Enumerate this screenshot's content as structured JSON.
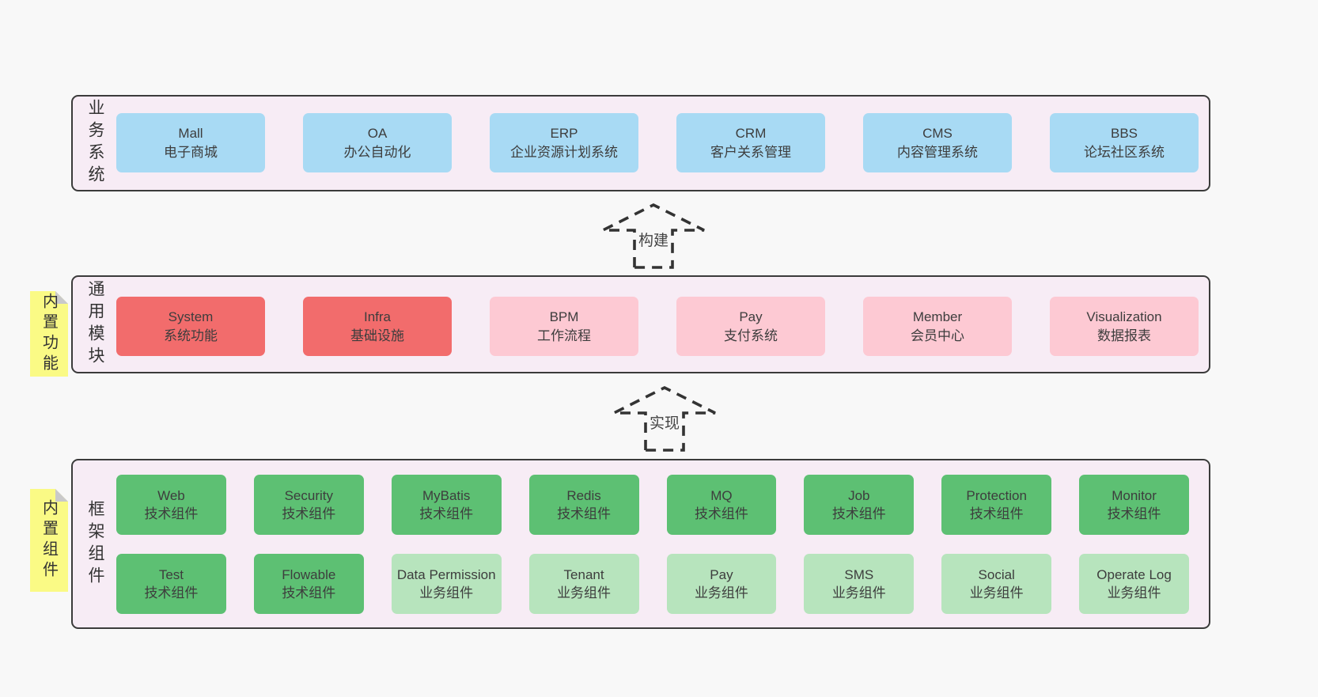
{
  "colors": {
    "page_bg": "#f8f8f8",
    "layer_bg": "#f7ecf5",
    "layer_border": "#3b3b3b",
    "blue_box": "#a8daf4",
    "red_box": "#f26c6c",
    "pink_box": "#fdc9d3",
    "green_dark_box": "#5dc073",
    "green_light_box": "#b7e4bd",
    "note_bg": "#fafa85",
    "note_fold": "#c9c9ca",
    "text": "#3d3d3d"
  },
  "arrows": {
    "build": {
      "label": "构建"
    },
    "implement": {
      "label": "实现"
    }
  },
  "layers": {
    "business": {
      "label": "业务系统",
      "boxes": [
        {
          "en": "Mall",
          "zh": "电子商城"
        },
        {
          "en": "OA",
          "zh": "办公自动化"
        },
        {
          "en": "ERP",
          "zh": "企业资源计划系统"
        },
        {
          "en": "CRM",
          "zh": "客户关系管理"
        },
        {
          "en": "CMS",
          "zh": "内容管理系统"
        },
        {
          "en": "BBS",
          "zh": "论坛社区系统"
        }
      ]
    },
    "common": {
      "label": "通用模块",
      "note": "内置功能",
      "boxes": [
        {
          "en": "System",
          "zh": "系统功能"
        },
        {
          "en": "Infra",
          "zh": "基础设施"
        },
        {
          "en": "BPM",
          "zh": "工作流程"
        },
        {
          "en": "Pay",
          "zh": "支付系统"
        },
        {
          "en": "Member",
          "zh": "会员中心"
        },
        {
          "en": "Visualization",
          "zh": "数据报表"
        }
      ]
    },
    "framework": {
      "label": "框架组件",
      "note": "内置组件",
      "row1": [
        {
          "en": "Web",
          "zh": "技术组件"
        },
        {
          "en": "Security",
          "zh": "技术组件"
        },
        {
          "en": "MyBatis",
          "zh": "技术组件"
        },
        {
          "en": "Redis",
          "zh": "技术组件"
        },
        {
          "en": "MQ",
          "zh": "技术组件"
        },
        {
          "en": "Job",
          "zh": "技术组件"
        },
        {
          "en": "Protection",
          "zh": "技术组件"
        },
        {
          "en": "Monitor",
          "zh": "技术组件"
        }
      ],
      "row2": [
        {
          "en": "Test",
          "zh": "技术组件"
        },
        {
          "en": "Flowable",
          "zh": "技术组件"
        },
        {
          "en": "Data Permission",
          "zh": "业务组件"
        },
        {
          "en": "Tenant",
          "zh": "业务组件"
        },
        {
          "en": "Pay",
          "zh": "业务组件"
        },
        {
          "en": "SMS",
          "zh": "业务组件"
        },
        {
          "en": "Social",
          "zh": "业务组件"
        },
        {
          "en": "Operate Log",
          "zh": "业务组件"
        }
      ]
    }
  }
}
